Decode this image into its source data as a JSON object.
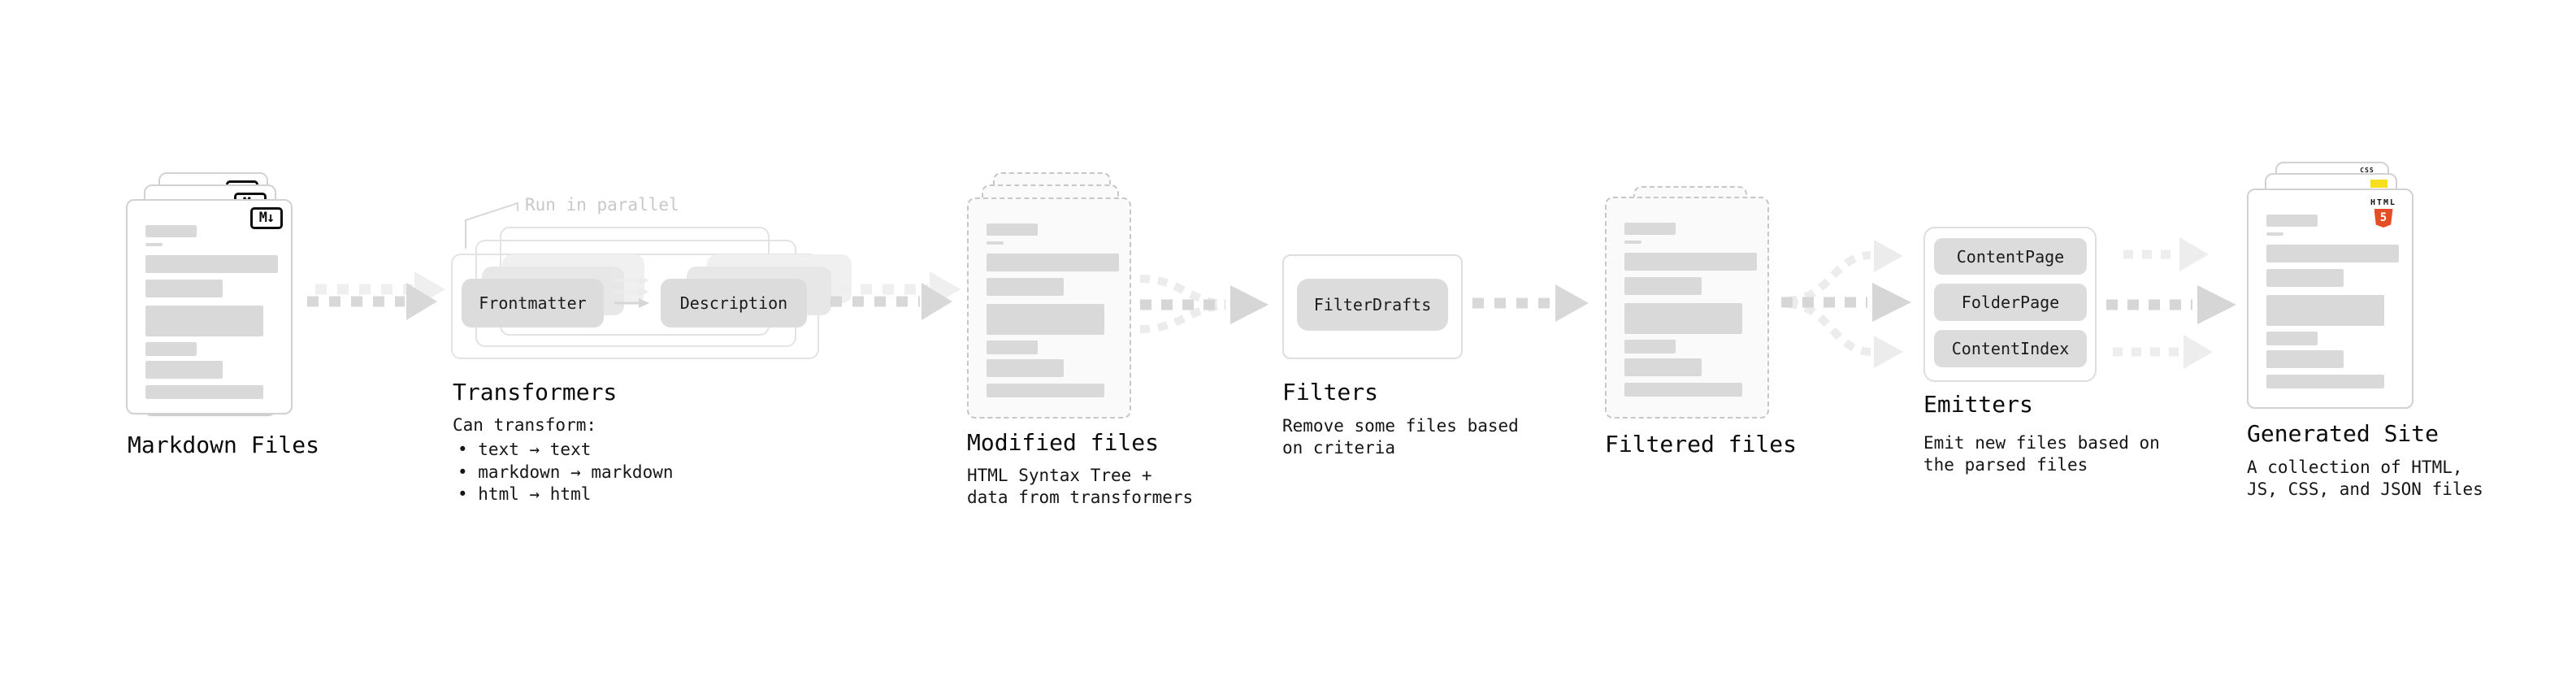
{
  "pipeline": {
    "markdown_files": {
      "label": "Markdown Files",
      "badge": "M↓"
    },
    "transformers": {
      "annotation": "Run in parallel",
      "stages": [
        "Frontmatter",
        "Description"
      ],
      "label": "Transformers",
      "note_title": "Can transform:",
      "bullets": [
        "• text → text",
        "• markdown → markdown",
        "• html → html"
      ]
    },
    "modified_files": {
      "label": "Modified files",
      "note_lines": [
        "HTML Syntax Tree +",
        "data from transformers"
      ]
    },
    "filters": {
      "label": "Filters",
      "stage": "FilterDrafts",
      "note_lines": [
        "Remove some files based",
        "on criteria"
      ]
    },
    "filtered_files": {
      "label": "Filtered files"
    },
    "emitters": {
      "label": "Emitters",
      "stages": [
        "ContentPage",
        "FolderPage",
        "ContentIndex"
      ],
      "note_lines": [
        "Emit new files based on",
        "the parsed files"
      ]
    },
    "generated_site": {
      "label": "Generated Site",
      "badges": {
        "html_label": "HTML",
        "html_number": "5",
        "css_label": "CSS"
      },
      "note_lines": [
        "A collection of HTML,",
        "JS, CSS, and JSON files"
      ]
    }
  },
  "icons": {
    "markdown": "markdown-icon",
    "html5": "html5-icon",
    "css": "css-icon",
    "js": "js-icon"
  },
  "colors": {
    "background": "#ffffff",
    "card_border": "#d2d2d2",
    "dashed_border": "#c7c7c7",
    "skeleton_bar": "#d9d9d9",
    "stage_fill": "#dcdcdc",
    "arrow_main": "#d8d8d8",
    "arrow_light": "#ededed",
    "annotation_gray": "#c8c8c8",
    "html5_orange": "#e44d26",
    "js_yellow": "#f7df1e",
    "css_blue": "#2a65f0",
    "text": "#111111"
  }
}
